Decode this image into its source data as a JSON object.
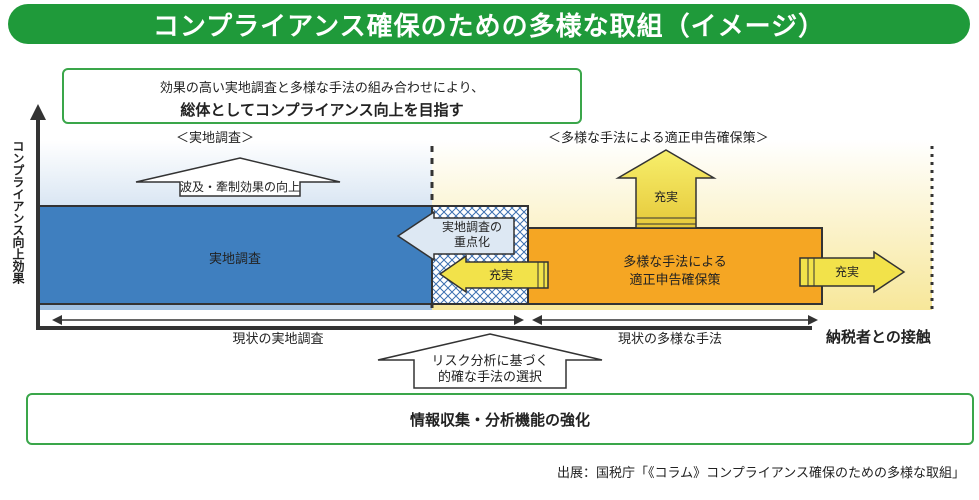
{
  "title": "コンプライアンス確保のための多様な取組（イメージ）",
  "goal": {
    "line1": "効果の高い実地調査と多様な手法の組み合わせにより、",
    "line2": "総体としてコンプライアンス向上を目指す"
  },
  "y_axis_label": "コンプライアンス向上効果",
  "sections": {
    "left": "＜実地調査＞",
    "right": "＜多様な手法による適正申告確保策＞"
  },
  "arrows": {
    "ripple": "波及・牽制効果の向上",
    "focus_line1": "実地調査の",
    "focus_line2": "重点化",
    "enhance_up": "充実",
    "enhance_left": "充実",
    "enhance_right": "充実",
    "risk_line1": "リスク分析に基づく",
    "risk_line2": "的確な手法の選択"
  },
  "blocks": {
    "field_survey": "実地調査",
    "diverse_line1": "多様な手法による",
    "diverse_line2": "適正申告確保策"
  },
  "x_axis": {
    "current_survey": "現状の実地調査",
    "current_methods": "現状の多様な手法",
    "end_label": "納税者との接触"
  },
  "bottom": "情報収集・分析機能の強化",
  "source": "出展：国税庁「《コラム》コンプライアンス確保のための多様な取組」",
  "colors": {
    "title_bg": "#1f9a3a",
    "box_border": "#3aa64a",
    "survey_blue": "#3f7fbf",
    "methods_orange": "#f5a623",
    "arrow_yellow": "#f2e24a"
  }
}
